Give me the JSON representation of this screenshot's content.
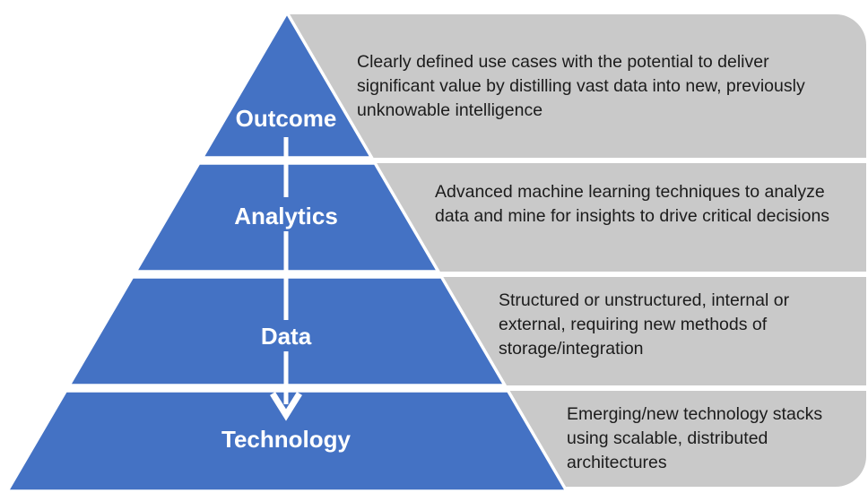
{
  "diagram": {
    "type": "pyramid",
    "direction": "top-down",
    "icons": {
      "flow_arrow": "down-arrow"
    },
    "colors": {
      "pyramid_blue": "#4472C4",
      "box_gray": "#C9C9C9",
      "separator_white": "#FFFFFF",
      "label_text": "#FFFFFF",
      "description_text": "#1C1C1C"
    },
    "levels": [
      {
        "label": "Outcome",
        "description_lines": [
          "Clearly defined use cases with the potential to deliver",
          "significant value by distilling vast data into new, previously",
          "unknowable intelligence"
        ]
      },
      {
        "label": "Analytics",
        "description_lines": [
          "Advanced machine learning techniques to analyze",
          "data and mine for insights to drive critical decisions"
        ]
      },
      {
        "label": "Data",
        "description_lines": [
          "Structured or unstructured, internal or",
          "external, requiring new methods of",
          "storage/integration"
        ]
      },
      {
        "label": "Technology",
        "description_lines": [
          "Emerging/new technology stacks",
          "using scalable, distributed",
          "architectures"
        ]
      }
    ]
  }
}
